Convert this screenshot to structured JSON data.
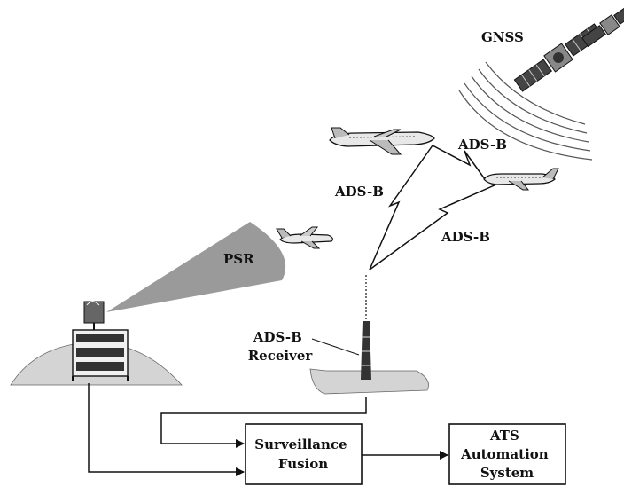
{
  "labels": {
    "gnss": "GNSS",
    "ads_b_upper": "ADS-B",
    "ads_b_left": "ADS-B",
    "ads_b_lower": "ADS-B",
    "psr": "PSR",
    "receiver_line1": "ADS-B",
    "receiver_line2": "Receiver"
  },
  "boxes": {
    "fusion": {
      "line1": "Surveillance",
      "line2": "Fusion"
    },
    "ats": {
      "line1": "ATS",
      "line2": "Automation",
      "line3": "System"
    }
  },
  "colors": {
    "ink": "#111111",
    "beam": "#9a9a9a",
    "ground": "#d4d4d4",
    "background": "#ffffff"
  }
}
